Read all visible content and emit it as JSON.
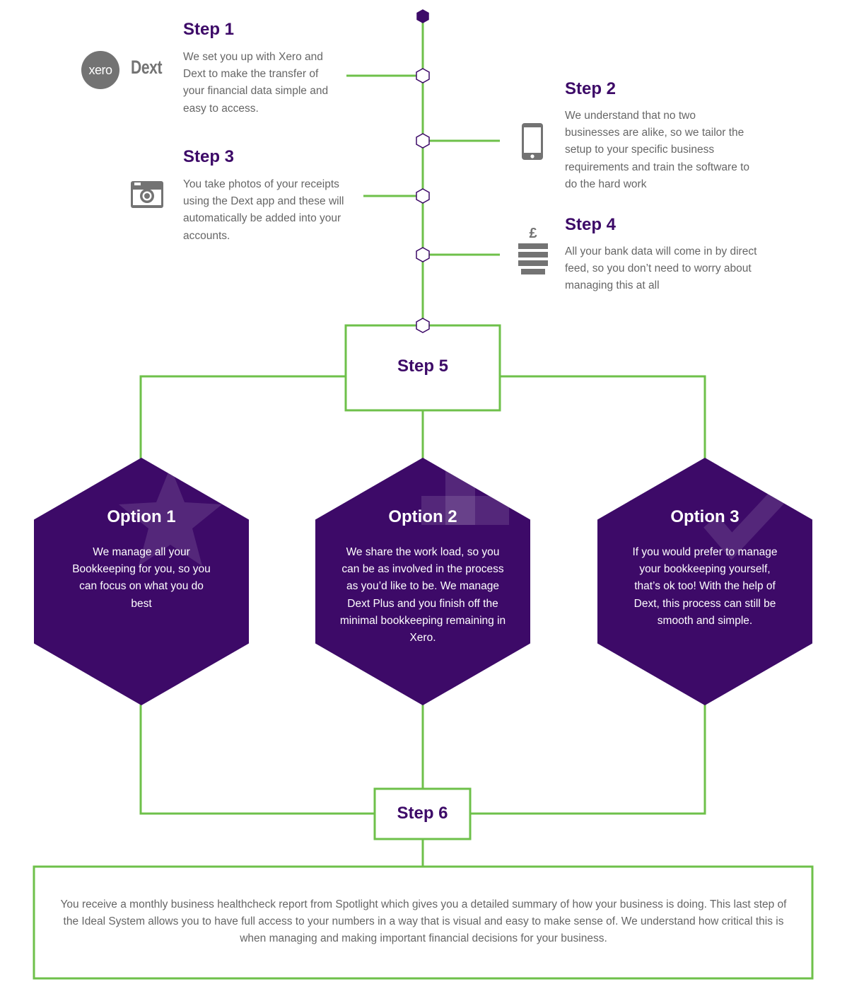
{
  "colors": {
    "accent_green": "#6ec04a",
    "brand_purple": "#3d0a68",
    "body_text": "#666666",
    "icon_grey": "#737373"
  },
  "steps": [
    {
      "title": "Step 1",
      "text": "We set you up with Xero and Dext to make the transfer of your financial data simple and easy to access.",
      "icon": "xero-dext-logos"
    },
    {
      "title": "Step 2",
      "text": "We understand that no two businesses are alike, so we tailor the setup to your specific business requirements and train the software to do the hard work",
      "icon": "smartphone-icon"
    },
    {
      "title": "Step 3",
      "text": "You take photos of your receipts using the Dext app and these will automatically be added into your accounts.",
      "icon": "camera-icon"
    },
    {
      "title": "Step 4",
      "text": "All your bank data will come in by direct feed, so you don’t need to worry about managing this at all",
      "icon": "bank-feed-icon"
    }
  ],
  "logos": {
    "xero": "xero",
    "dext": "Dext"
  },
  "bank_icon_symbol": "£",
  "step5": {
    "label": "Step 5"
  },
  "options": [
    {
      "title": "Option 1",
      "text": "We manage all your Bookkeeping for you, so you can focus on what you do best",
      "icon": "star-icon"
    },
    {
      "title": "Option 2",
      "text": "We share the work load, so you can be as involved in the process as you’d like to be. We manage Dext Plus and you finish off the minimal bookkeeping remaining in Xero.",
      "icon": "plus-icon"
    },
    {
      "title": "Option 3",
      "text": "If you would prefer to manage your bookkeeping yourself, that’s ok too! With the help of Dext, this process can still be smooth and simple.",
      "icon": "checkmark-icon"
    }
  ],
  "step6": {
    "label": "Step 6",
    "text": "You receive a monthly business healthcheck report from Spotlight which gives you a detailed summary of how your business is doing. This last step of the Ideal System allows you to have full access to your numbers in a way that is visual and easy to make sense of. We understand how critical this is when managing and making important financial decisions for your business."
  }
}
